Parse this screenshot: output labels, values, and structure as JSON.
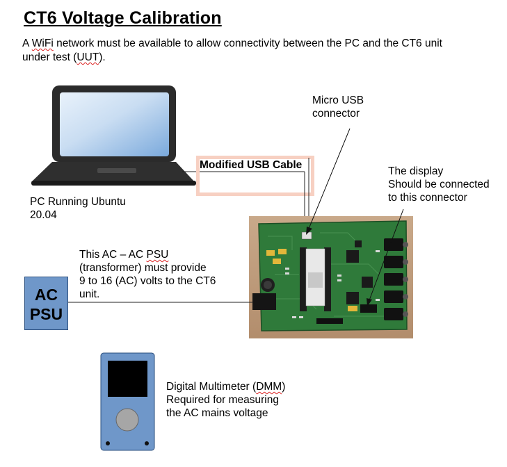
{
  "title": "CT6 Voltage Calibration",
  "intro": {
    "line1_pre": "A ",
    "line1_wifi": "WiFi",
    "line1_post": " network must be available to allow connectivity between the PC and the CT6 unit",
    "line2_pre": "under test (",
    "line2_uut": "UUT",
    "line2_post": ")."
  },
  "labels": {
    "pc_line1": "PC Running Ubuntu",
    "pc_line2": "20.04",
    "usb_cable": "Modified USB Cable",
    "micro_usb_line1": "Micro USB",
    "micro_usb_line2": "connector",
    "display_line1": "The display",
    "display_line2": "Should be connected",
    "display_line3": "to this connector",
    "psu_desc_line1_pre": "This AC – AC ",
    "psu_desc_line1_psu": "PSU",
    "psu_desc_line2": "(transformer) must provide",
    "psu_desc_line3": "9 to 16 (AC) volts to the CT6",
    "psu_desc_line4": "unit.",
    "psu_box_line1": "AC",
    "psu_box_line2": "PSU",
    "dmm_line1_pre": "Digital Multimeter (",
    "dmm_line1_dmm": "DMM",
    "dmm_line1_post": ")",
    "dmm_line2": "Required for measuring",
    "dmm_line3": "the AC mains voltage"
  },
  "colors": {
    "psu_box": "#6f97c9",
    "dmm_body": "#6f97c9",
    "pcb_green": "#2f7a3a",
    "usb_box_border": "#f7d0c2",
    "spell_underline": "#dd2222"
  },
  "icons": [
    "laptop-icon",
    "pcb-board-image",
    "multimeter-icon"
  ]
}
